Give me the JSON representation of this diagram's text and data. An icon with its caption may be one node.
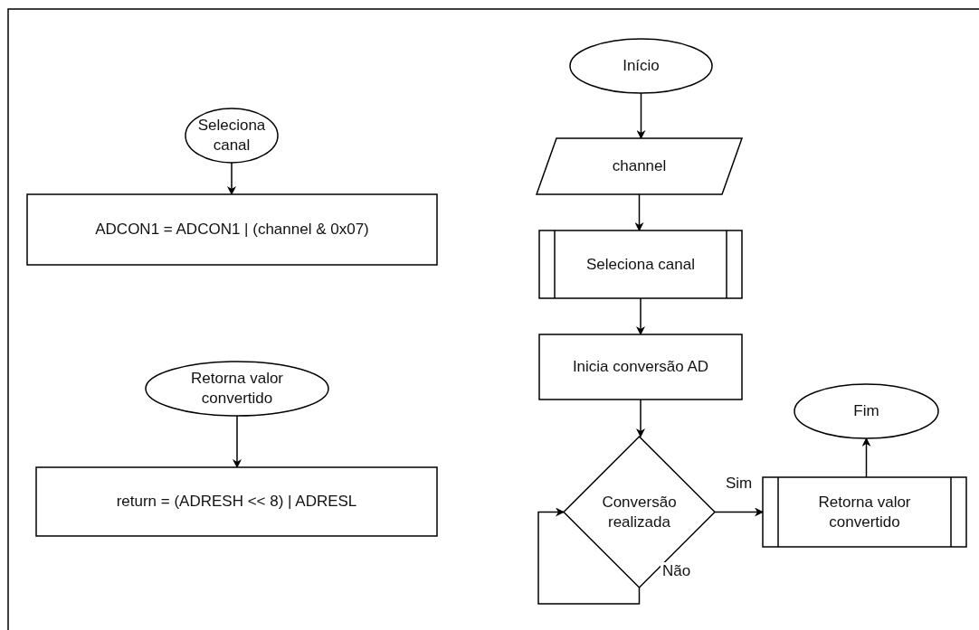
{
  "diagram": {
    "nodes": [
      {
        "text": [
          "Seleciona canal"
        ]
      },
      {
        "text": [
          "ADCON1 = ADCON1 | (channel & 0x07)"
        ]
      },
      {
        "text": [
          "Retorna valor convertido"
        ]
      },
      {
        "text": [
          "return = (ADRESH << 8) | ADRESL"
        ]
      },
      {
        "text": [
          "Início"
        ]
      },
      {
        "text": [
          "channel"
        ]
      },
      {
        "text": [
          "Seleciona canal"
        ]
      },
      {
        "text": [
          "Inicia conversão AD"
        ]
      },
      {
        "text": [
          "Conversão realizada"
        ]
      },
      {
        "text": [
          "Retorna valor convertido"
        ]
      },
      {
        "text": [
          "Fim"
        ]
      }
    ],
    "edges": [
      {
        "from": 0,
        "to": 1,
        "arrow": "to"
      },
      {
        "from": 2,
        "to": 3,
        "arrow": "to"
      },
      {
        "from": 4,
        "to": 5,
        "arrow": "to"
      },
      {
        "from": 5,
        "to": 6,
        "arrow": "to"
      },
      {
        "from": 6,
        "to": 7,
        "arrow": "to"
      },
      {
        "from": 7,
        "to": 8,
        "arrow": "to"
      },
      {
        "from": 8,
        "to": 9,
        "arrow": "to",
        "label": "Sim"
      },
      {
        "from": 8,
        "to": 8,
        "arrow": "to",
        "label": "Não"
      },
      {
        "from": 9,
        "to": 10,
        "arrow": "to"
      }
    ]
  }
}
